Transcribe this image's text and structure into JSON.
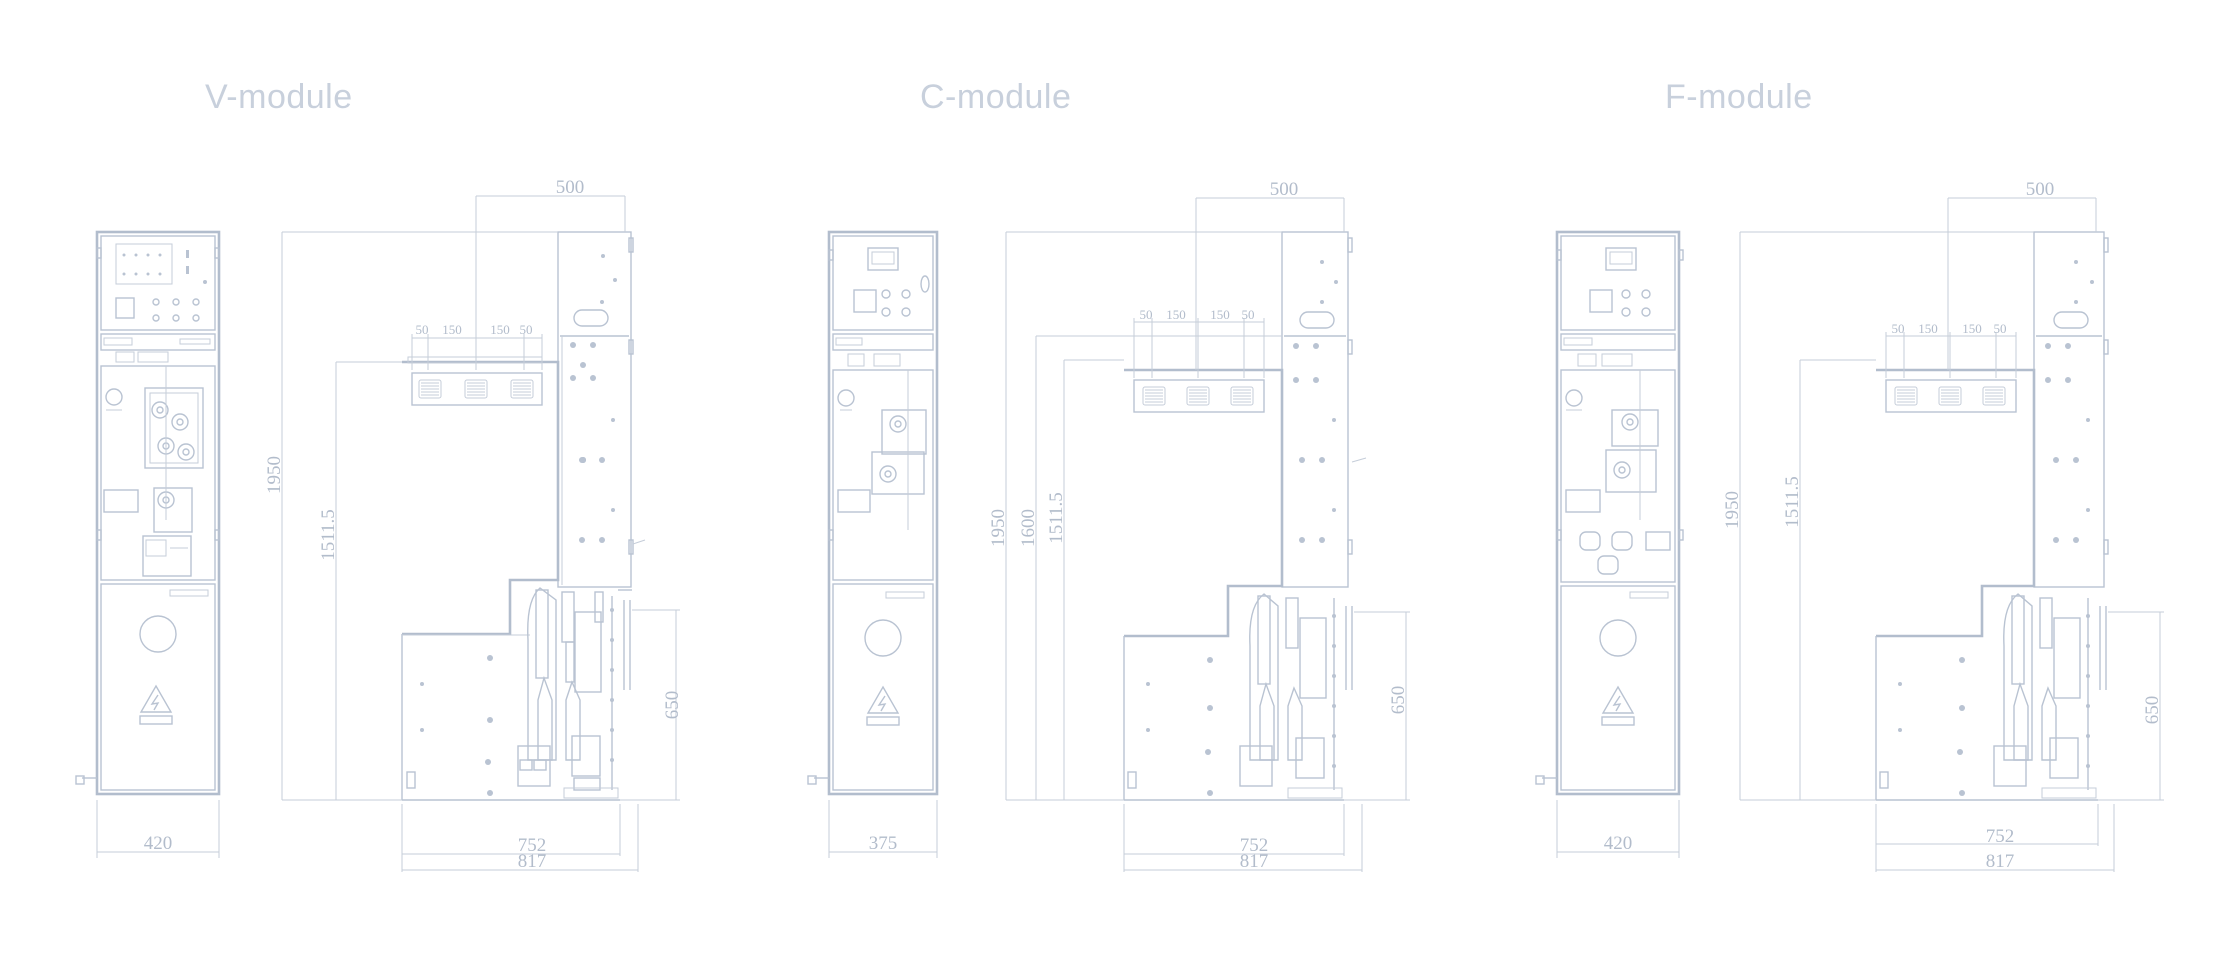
{
  "modules": [
    {
      "id": "v",
      "title": "V-module",
      "front_width": "420",
      "dims_top": [
        "500",
        "50",
        "150",
        "150",
        "50"
      ],
      "dims_vertical": [
        "1950",
        "1511.5"
      ],
      "dim_cable": "650",
      "dims_bottom": [
        "752",
        "817"
      ]
    },
    {
      "id": "c",
      "title": "C-module",
      "front_width": "375",
      "dims_top": [
        "500",
        "50",
        "150",
        "150",
        "50"
      ],
      "dims_vertical": [
        "1950",
        "1600",
        "1511.5"
      ],
      "dim_cable": "650",
      "dims_bottom": [
        "752",
        "817"
      ]
    },
    {
      "id": "f",
      "title": "F-module",
      "front_width": "420",
      "dims_top": [
        "500",
        "50",
        "150",
        "150",
        "50"
      ],
      "dims_vertical": [
        "1950",
        "1511.5"
      ],
      "dim_cable": "650",
      "dims_bottom": [
        "752",
        "817"
      ]
    }
  ]
}
